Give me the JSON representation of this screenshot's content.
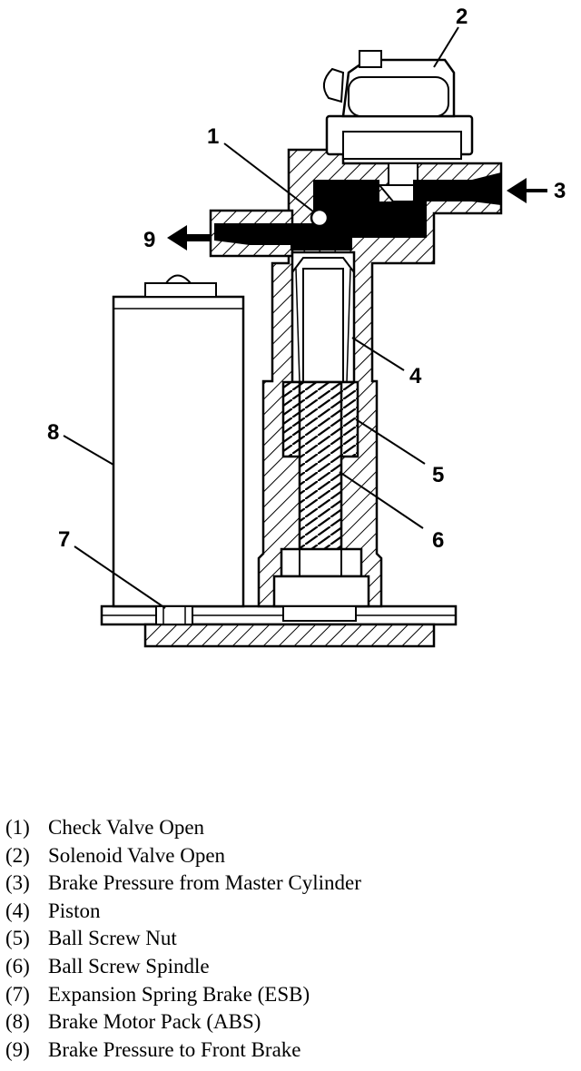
{
  "callouts": [
    "1",
    "2",
    "3",
    "4",
    "5",
    "6",
    "7",
    "8",
    "9"
  ],
  "legend": [
    {
      "number": "(1)",
      "label": "Check Valve Open"
    },
    {
      "number": "(2)",
      "label": "Solenoid Valve Open"
    },
    {
      "number": "(3)",
      "label": "Brake Pressure from Master Cylinder"
    },
    {
      "number": "(4)",
      "label": "Piston"
    },
    {
      "number": "(5)",
      "label": "Ball Screw Nut"
    },
    {
      "number": "(6)",
      "label": "Ball Screw Spindle"
    },
    {
      "number": "(7)",
      "label": "Expansion Spring Brake (ESB)"
    },
    {
      "number": "(8)",
      "label": "Brake Motor Pack (ABS)"
    },
    {
      "number": "(9)",
      "label": "Brake Pressure to Front Brake"
    }
  ]
}
